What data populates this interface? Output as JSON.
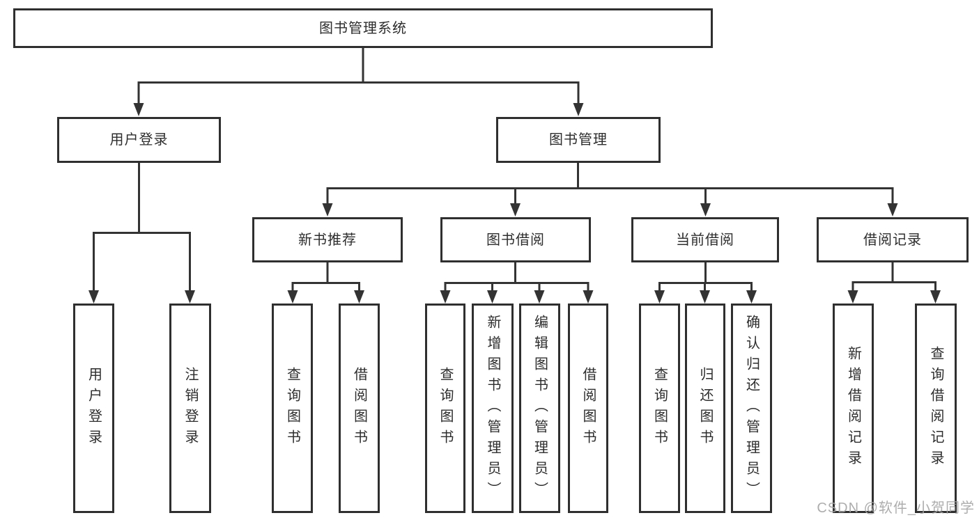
{
  "tree": {
    "label": "图书管理系统",
    "children": [
      {
        "label": "用户登录",
        "children": [
          {
            "label": "用户登录"
          },
          {
            "label": "注销登录"
          }
        ]
      },
      {
        "label": "图书管理",
        "children": [
          {
            "label": "新书推荐",
            "children": [
              {
                "label": "查询图书"
              },
              {
                "label": "借阅图书"
              }
            ]
          },
          {
            "label": "图书借阅",
            "children": [
              {
                "label": "查询图书"
              },
              {
                "label": "新增图书（管理员）"
              },
              {
                "label": "编辑图书（管理员）"
              },
              {
                "label": "借阅图书"
              }
            ]
          },
          {
            "label": "当前借阅",
            "children": [
              {
                "label": "查询图书"
              },
              {
                "label": "归还图书"
              },
              {
                "label": "确认归还（管理员）"
              }
            ]
          },
          {
            "label": "借阅记录",
            "children": [
              {
                "label": "新增借阅记录"
              },
              {
                "label": "查询借阅记录"
              }
            ]
          }
        ]
      }
    ]
  },
  "watermark": "CSDN @软件_小贺同学",
  "colors": {
    "line": "#333333",
    "box_border": "#2f2f2f",
    "text": "#2d2d2d",
    "watermark": "#a5a5a5",
    "background": "#ffffff"
  }
}
